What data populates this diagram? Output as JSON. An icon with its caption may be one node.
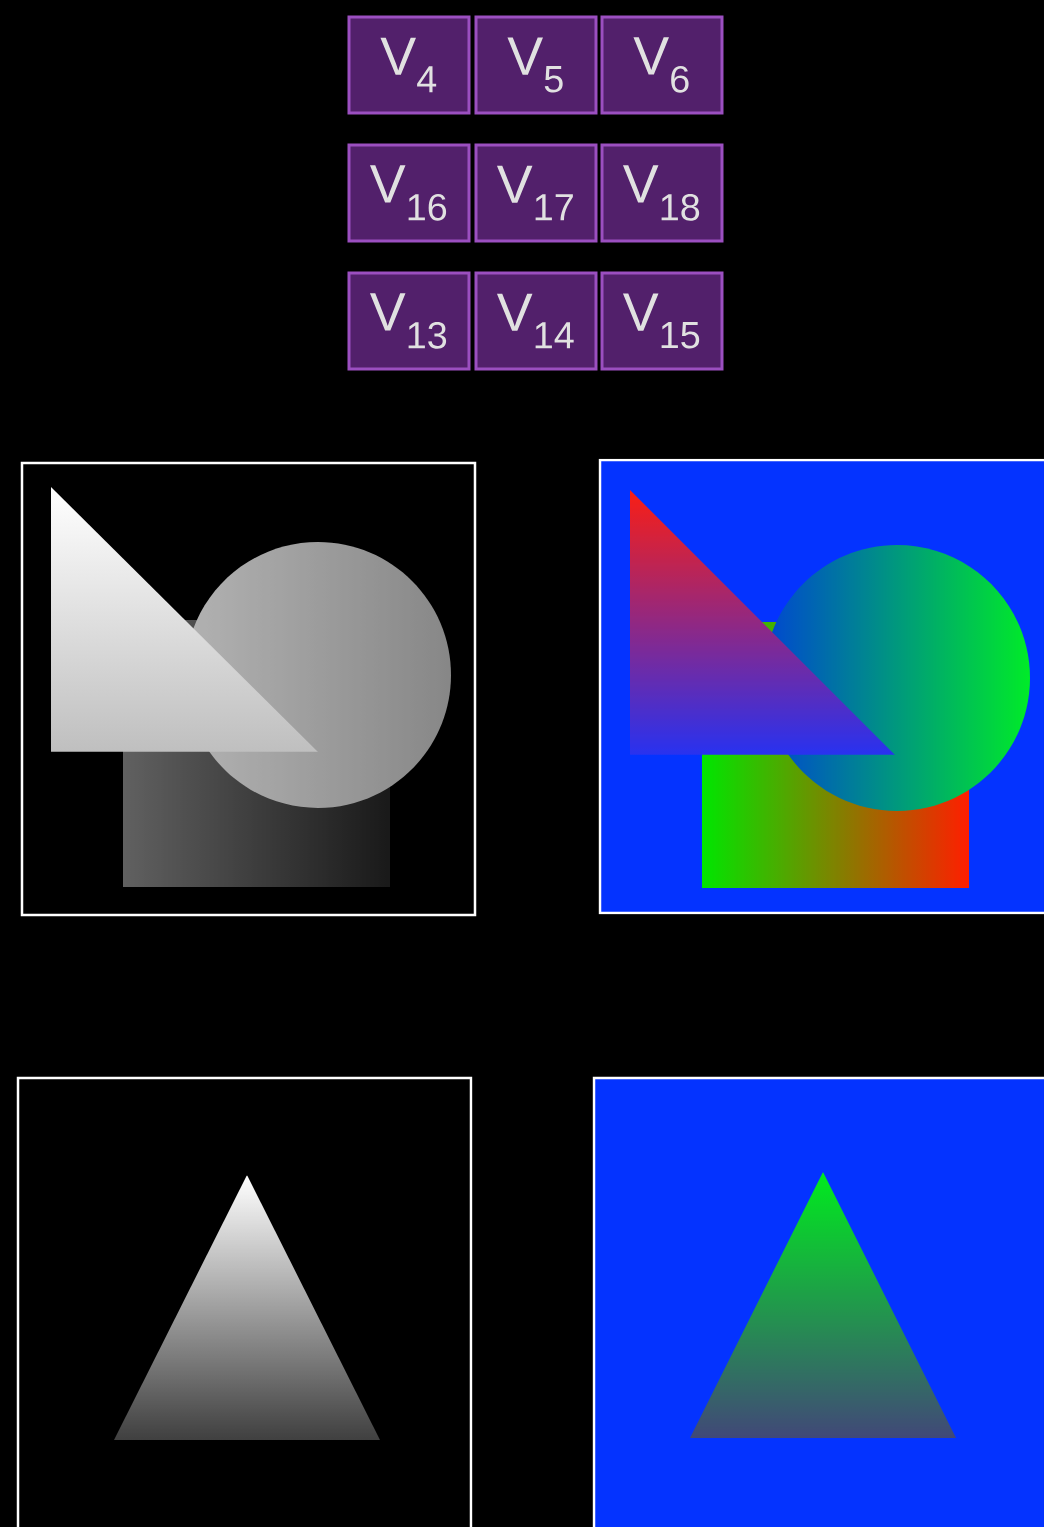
{
  "diagram": {
    "nodes": [
      {
        "text": [
          "V$_{4}$"
        ]
      },
      {
        "text": [
          "V$_{5}$"
        ]
      },
      {
        "text": [
          "V$_{6}$"
        ]
      },
      {
        "text": [
          "V$_{16}$"
        ]
      },
      {
        "text": [
          "V$_{17}$"
        ]
      },
      {
        "text": [
          "V$_{18}$"
        ]
      },
      {
        "text": [
          "V$_{13}$"
        ]
      },
      {
        "text": [
          "V$_{14}$"
        ]
      },
      {
        "text": [
          "V$_{15}$"
        ]
      }
    ]
  }
}
